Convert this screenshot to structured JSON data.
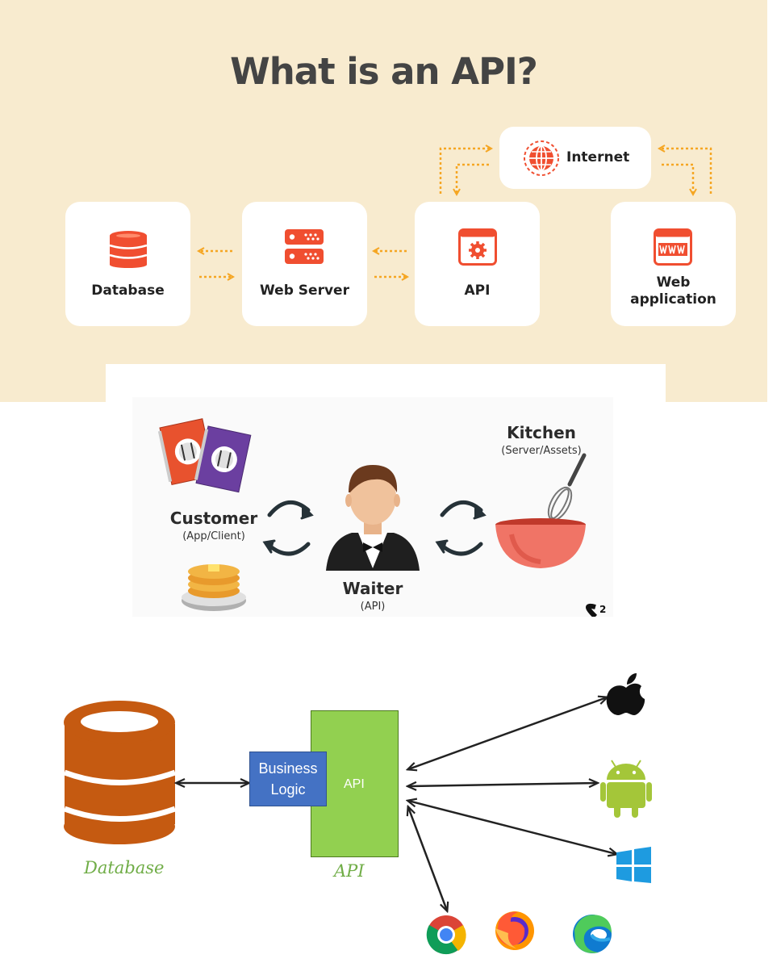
{
  "panel1": {
    "title": "What is an API?",
    "internet_label": "Internet",
    "cards": [
      {
        "label": "Database",
        "icon": "database-icon"
      },
      {
        "label": "Web Server",
        "icon": "server-icon"
      },
      {
        "label": "API",
        "icon": "api-gear-window-icon"
      },
      {
        "label_line1": "Web",
        "label_line2": "application",
        "icon": "www-browser-icon"
      }
    ],
    "internet_icon": "globe-icon",
    "colors": {
      "background": "#f8ebcf",
      "icon_accent": "#f04e30",
      "arrow": "#f5a623"
    }
  },
  "panel2": {
    "customer": {
      "label": "Customer",
      "sublabel": "(App/Client)"
    },
    "waiter": {
      "label": "Waiter",
      "sublabel": "(API)"
    },
    "kitchen": {
      "label": "Kitchen",
      "sublabel": "(Server/Assets)"
    },
    "icons": [
      "menu-books-icon",
      "pancakes-icon",
      "waiter-icon",
      "mixing-bowl-icon",
      "cycle-arrows-icon"
    ],
    "corner_mark": "2"
  },
  "panel3": {
    "database_caption": "Database",
    "api_caption": "API",
    "api_box_label": "API",
    "business_logic_line1": "Business",
    "business_logic_line2": "Logic",
    "client_icons": [
      "apple-icon",
      "android-icon",
      "windows-icon",
      "chrome-icon",
      "firefox-icon",
      "edge-icon"
    ],
    "colors": {
      "database": "#c55a11",
      "api_box": "#92d050",
      "business_logic": "#4472c4",
      "caption": "#70ad47"
    }
  }
}
